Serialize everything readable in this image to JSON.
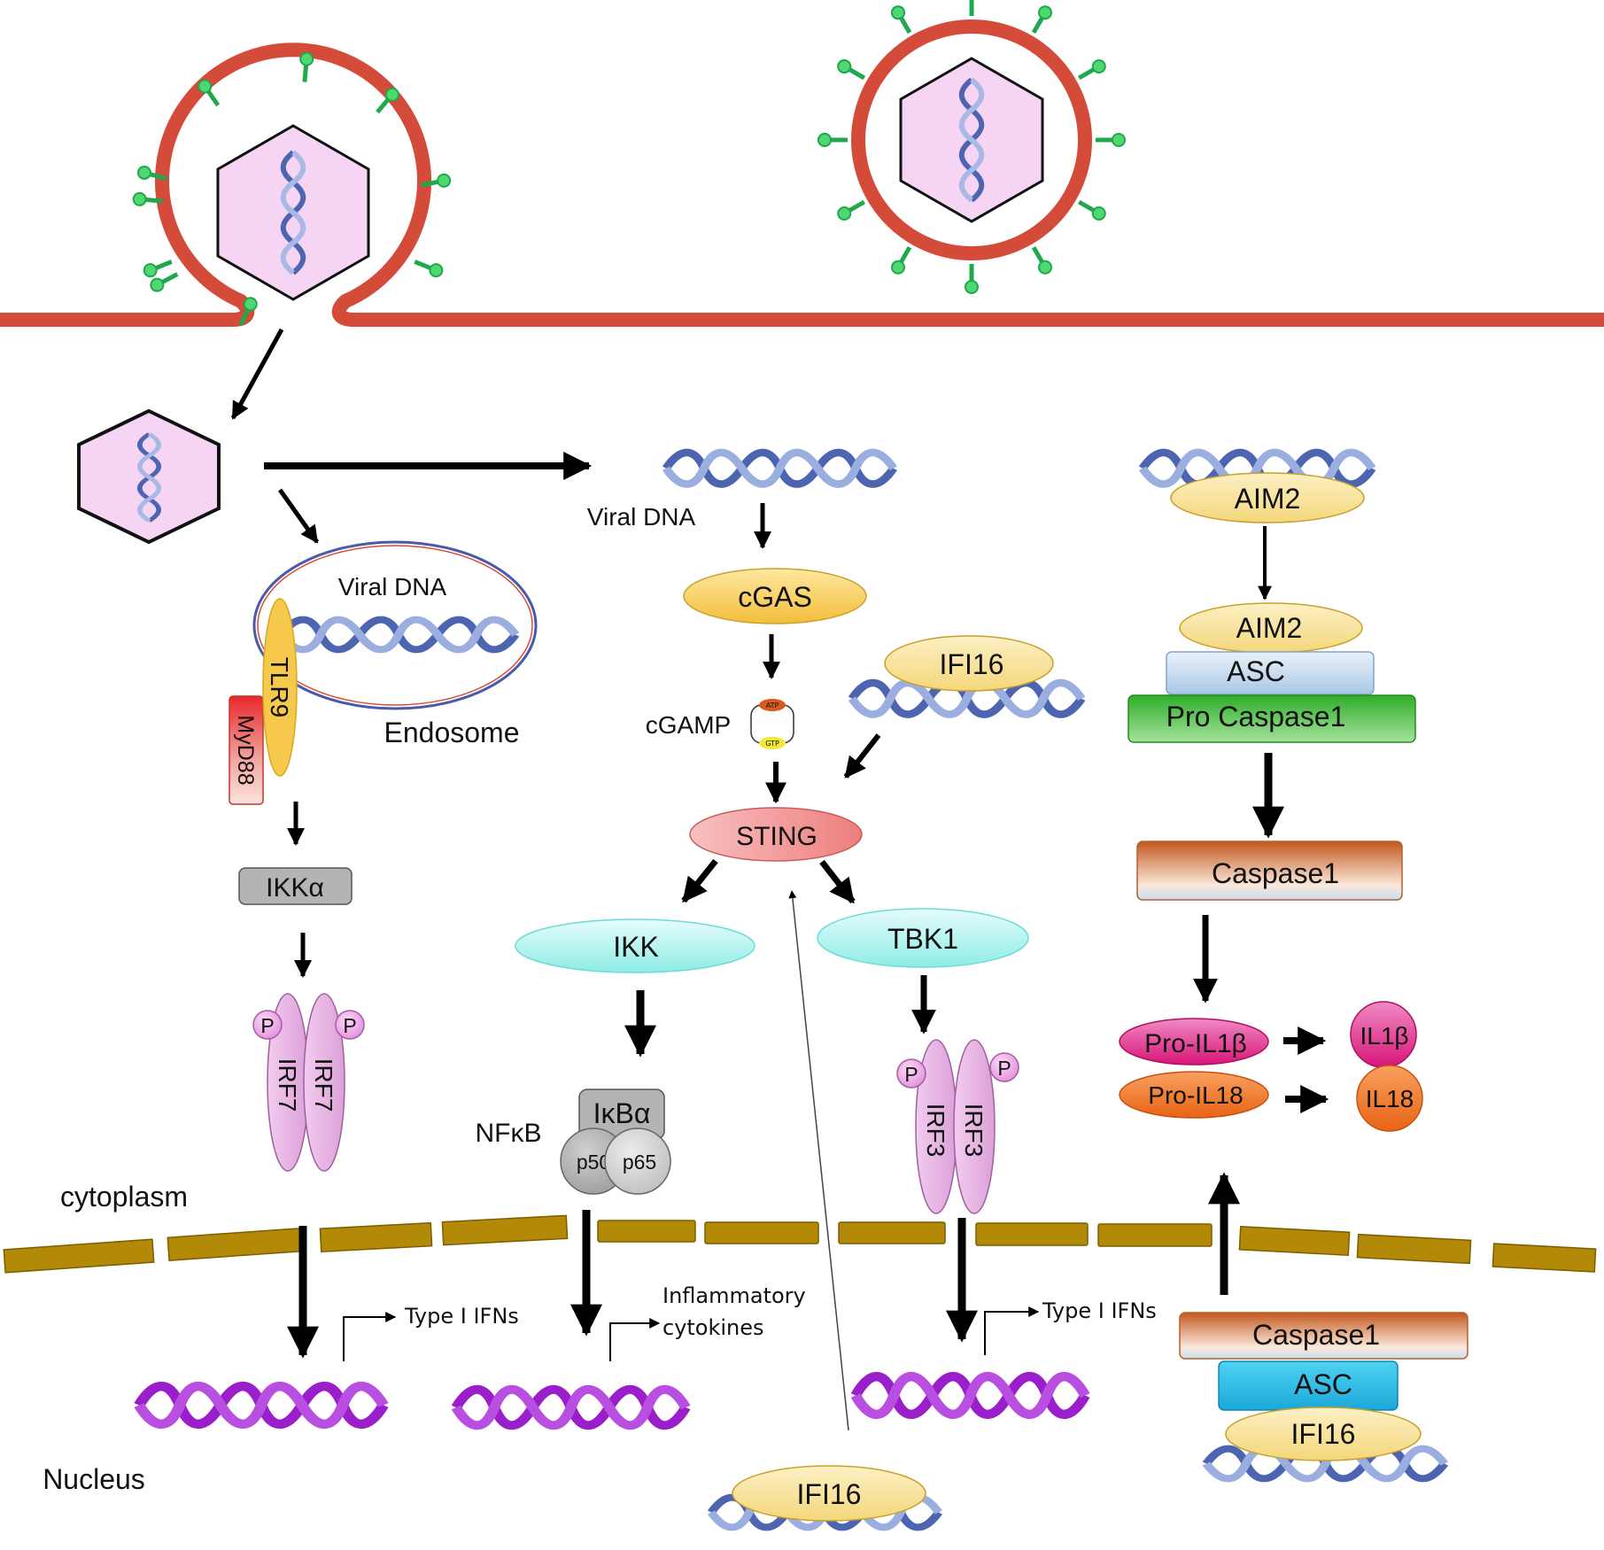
{
  "compartments": {
    "cytoplasm": "cytoplasm",
    "nucleus": "Nucleus",
    "endosome": "Endosome"
  },
  "tlr9_pathway": {
    "viral_dna": "Viral DNA",
    "tlr9": "TLR9",
    "myd88": "MyD88",
    "ikka": "IKKα",
    "irf7_left": "IRF7",
    "irf7_right": "IRF7",
    "phospho_left": "P",
    "phospho_right": "P",
    "output": "Type I IFNs"
  },
  "cgas_pathway": {
    "viral_dna": "Viral DNA",
    "cgas": "cGAS",
    "cgamp": "cGAMP",
    "atp": "ATP",
    "gtp": "GTP",
    "ifi16": "IFI16",
    "sting": "STING",
    "ikk": "IKK",
    "tbk1": "TBK1",
    "nfkb": "NFκB",
    "ikba": "IκBα",
    "p50": "p50",
    "p65": "p65",
    "irf3_left": "IRF3",
    "irf3_right": "IRF3",
    "phospho_left": "P",
    "phospho_right": "P",
    "nfkb_output_line1": "Inflammatory",
    "nfkb_output_line2": "cytokines",
    "irf3_output": "Type I IFNs",
    "nuclear_ifi16": "IFI16"
  },
  "aim2_pathway": {
    "aim2_top": "AIM2",
    "aim2": "AIM2",
    "asc": "ASC",
    "pro_caspase1": "Pro Caspase1",
    "caspase1": "Caspase1",
    "pro_il1b": "Pro-IL1β",
    "pro_il18": "Pro-IL18",
    "il1b": "IL1β",
    "il18": "IL18"
  },
  "nuclear_inflammasome": {
    "caspase1": "Caspase1",
    "asc": "ASC",
    "ifi16": "IFI16"
  },
  "colors": {
    "membrane": "#D44B3A",
    "capsid_fill": "#F6D4F3",
    "spike": "#1FA84C",
    "dna_blue": "#6E80C4",
    "dna_purple": "#A22BD1",
    "nuclear_envelope": "#B38A07",
    "cgas": "#F6CE5A",
    "sting": "#F09A98",
    "ikk_tbk1": "#A6F0EE",
    "irf": "#EAB8E6",
    "aim2": "#F9E29A",
    "asc": "#C7DDF0",
    "pro_caspase1": "#3FB83A",
    "caspase1": "#D67D40",
    "pro_il1b": "#E8157E",
    "pro_il18": "#F07A22",
    "il1b": "#E8157E",
    "il18": "#F07A22",
    "ikka": "#B4B4B4",
    "myd88": "#E8282C"
  }
}
